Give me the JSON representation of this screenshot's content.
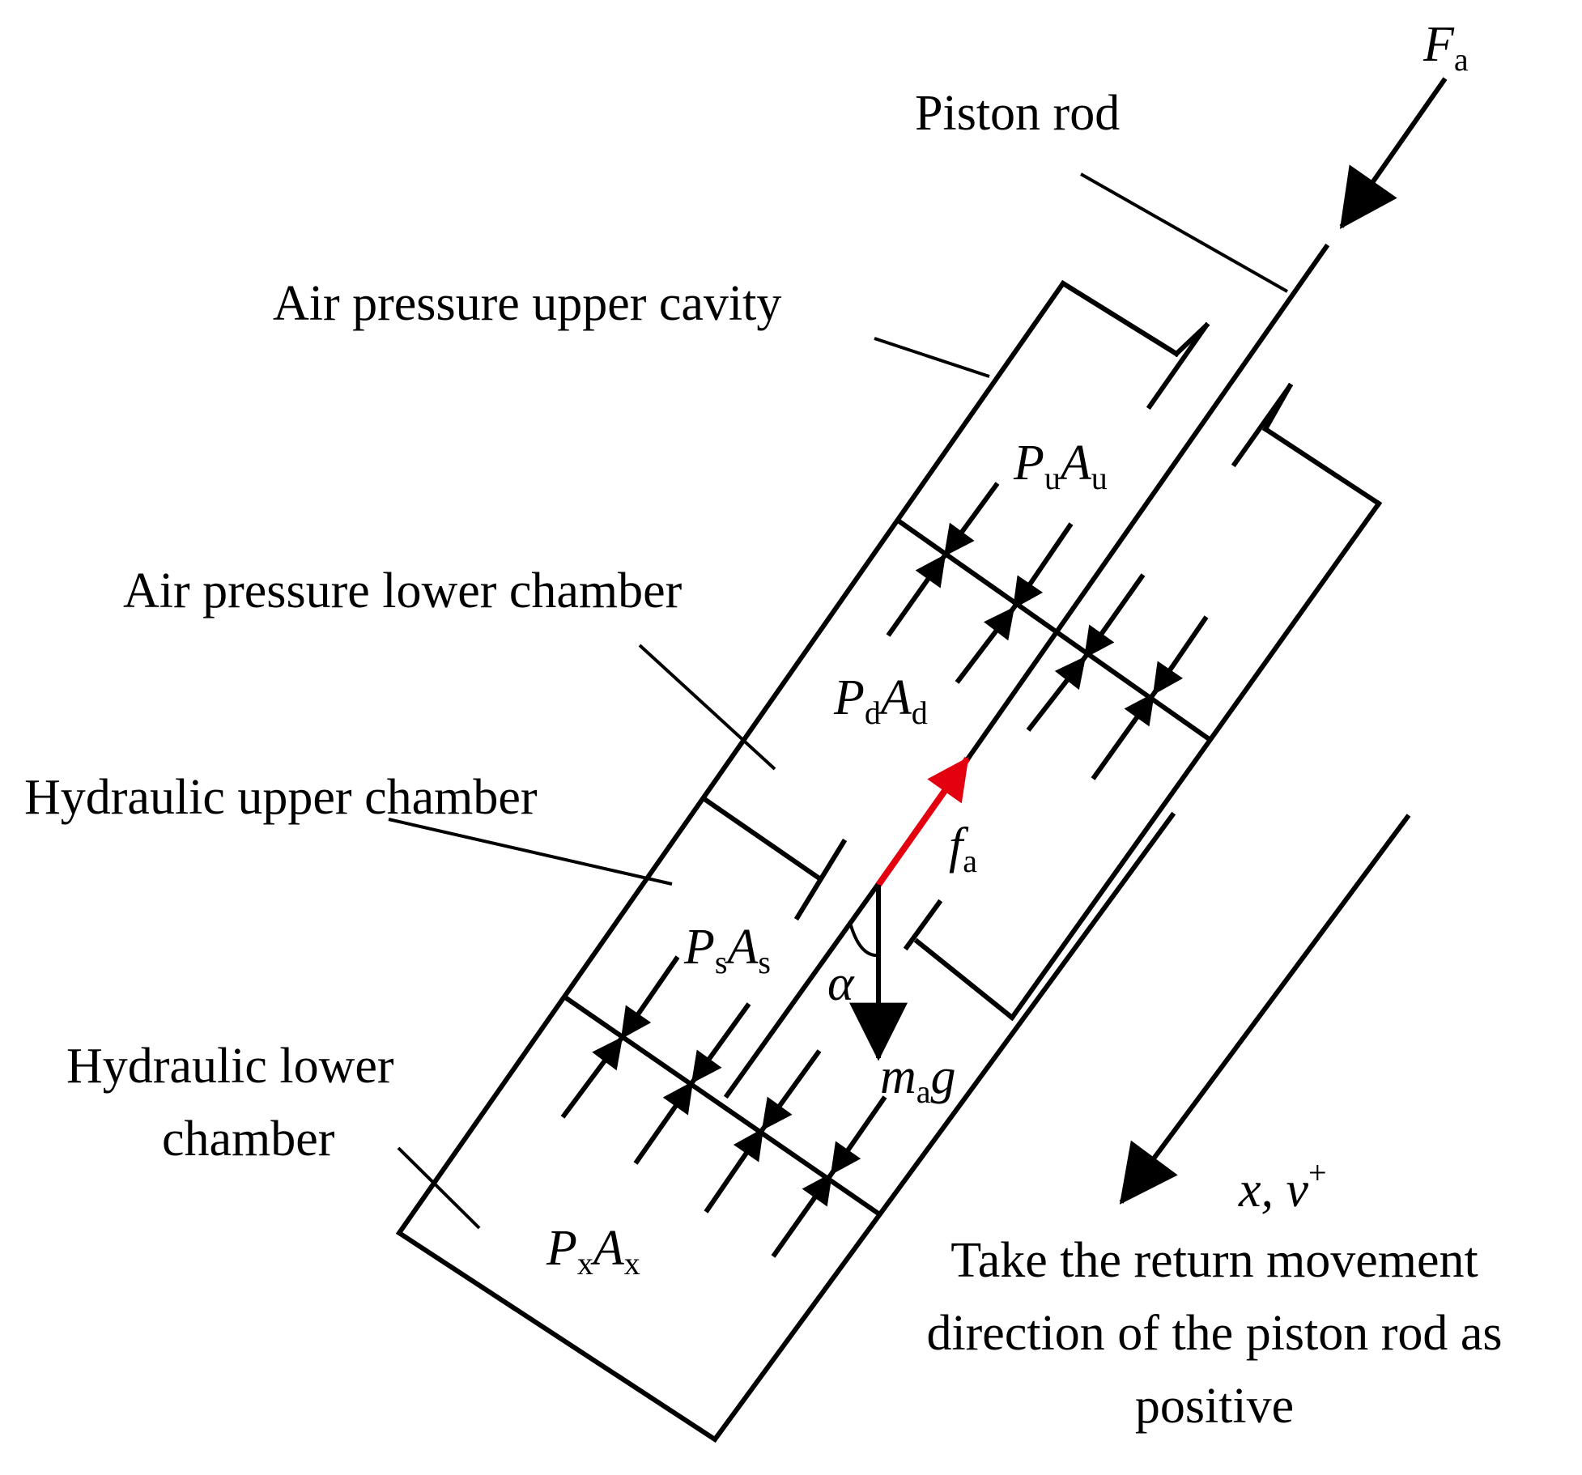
{
  "labels": {
    "piston_rod": "Piston rod",
    "air_upper": "Air pressure upper cavity",
    "air_lower": "Air pressure lower chamber",
    "hyd_upper": "Hydraulic upper chamber",
    "hyd_lower_1": "Hydraulic lower",
    "hyd_lower_2": "chamber",
    "note_1": "Take the return movement",
    "note_2": "direction of the piston rod as",
    "note_3": "positive"
  },
  "symbols": {
    "Fa": {
      "main": "F",
      "sub": "a"
    },
    "PuAu": {
      "p": "P",
      "ps": "u",
      "a": "A",
      "as": "u"
    },
    "PdAd": {
      "p": "P",
      "ps": "d",
      "a": "A",
      "as": "d"
    },
    "PsAs": {
      "p": "P",
      "ps": "s",
      "a": "A",
      "as": "s"
    },
    "PxAx": {
      "p": "P",
      "ps": "x",
      "a": "A",
      "as": "x"
    },
    "fa": {
      "main": "f",
      "sub": "a"
    },
    "mag": {
      "m": "m",
      "sub": "a",
      "g": "g"
    },
    "alpha": "α",
    "xv": {
      "text": "x, v",
      "sup": "+"
    }
  },
  "colors": {
    "friction_arrow": "#e3000f",
    "line": "#000000"
  }
}
